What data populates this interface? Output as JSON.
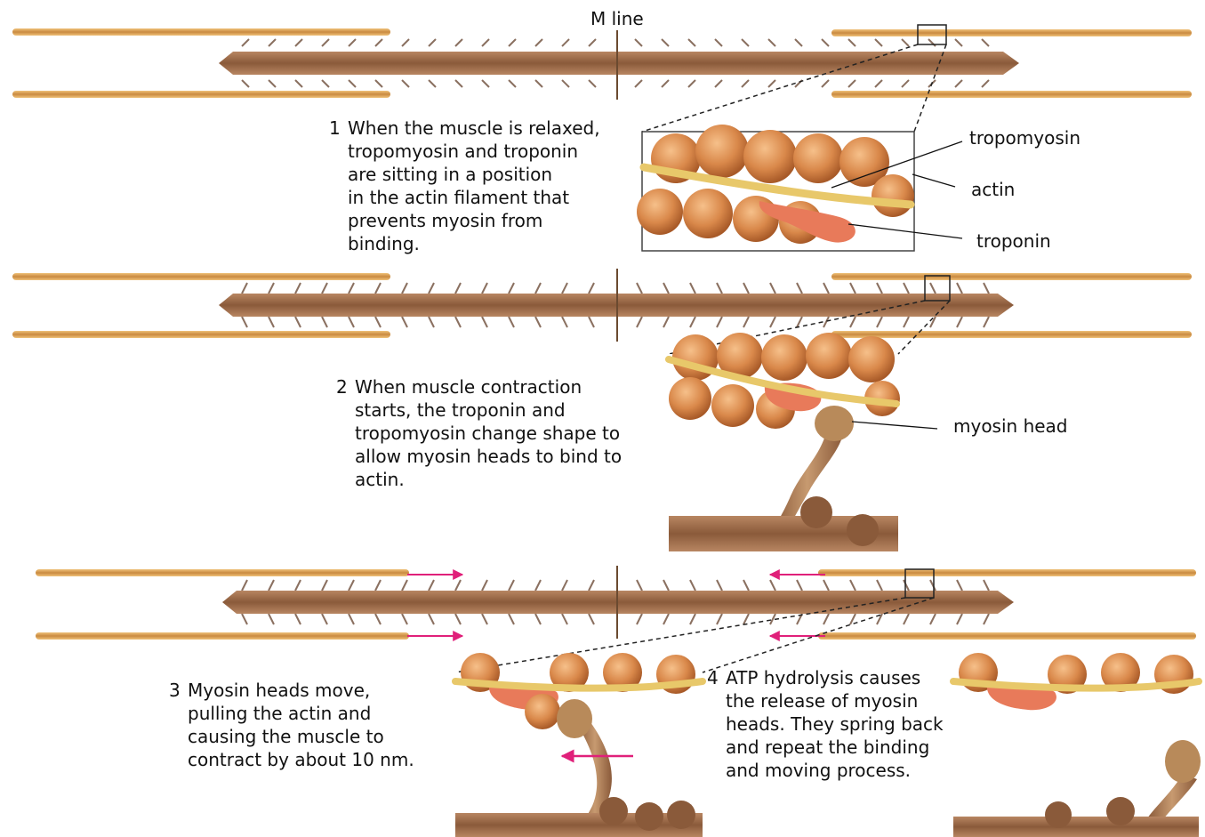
{
  "m_line_label": "M line",
  "steps": [
    {
      "number": "1",
      "text": "When the muscle is relaxed,\ntropomyosin and troponin\nare sitting in a position\nin the actin filament that\nprevents myosin from\nbinding."
    },
    {
      "number": "2",
      "text": "When muscle contraction\nstarts, the troponin and\ntropomyosin change shape to\nallow myosin heads to bind to\nactin."
    },
    {
      "number": "3",
      "text": "Myosin heads move,\npulling the actin and\ncausing the muscle to\ncontract by about 10 nm."
    },
    {
      "number": "4",
      "text": "ATP hydrolysis causes\nthe release of myosin\nheads. They spring back\nand repeat the binding\nand moving process."
    }
  ],
  "labels": {
    "tropomyosin": "tropomyosin",
    "actin": "actin",
    "troponin": "troponin",
    "myosin_head": "myosin head"
  },
  "colors": {
    "actin_filament": "#d9a55a",
    "myosin_filament": "#9a6a48",
    "actin_bead": "#d98a4a",
    "tropomyosin": "#e8c86a",
    "troponin": "#e87a5a",
    "arrow": "#e0207a"
  }
}
